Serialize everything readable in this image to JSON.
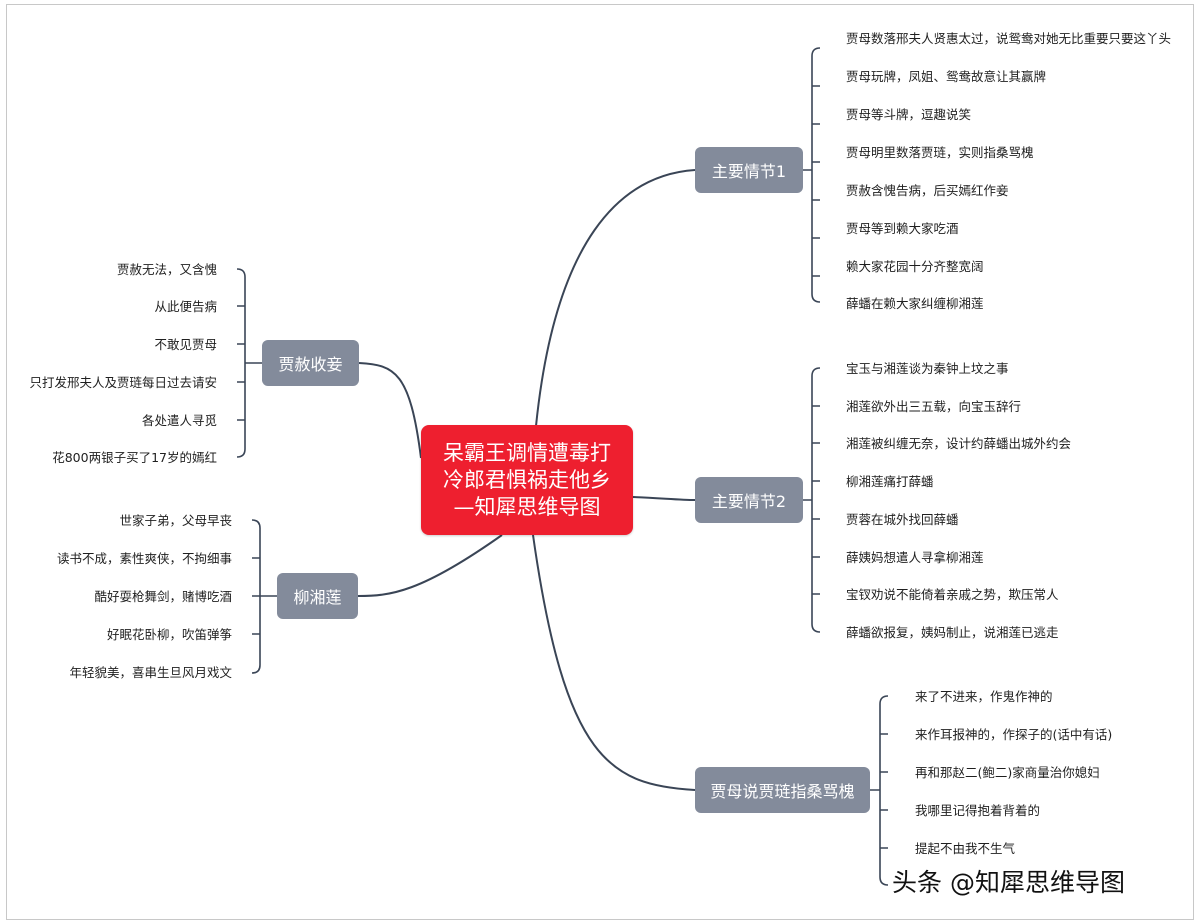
{
  "root": {
    "lines": [
      "呆霸王调情遭毒打",
      "冷郎君惧祸走他乡",
      "—知犀思维导图"
    ]
  },
  "branches": [
    {
      "label": "主要情节1",
      "items": [
        "贾母数落邢夫人贤惠太过，说鸳鸯对她无比重要只要这丫头",
        "贾母玩牌，凤姐、鸳鸯故意让其赢牌",
        "贾母等斗牌，逗趣说笑",
        "贾母明里数落贾琏，实则指桑骂槐",
        "贾赦含愧告病，后买嫣红作妾",
        "贾母等到赖大家吃酒",
        "赖大家花园十分齐整宽阔",
        "薛蟠在赖大家纠缠柳湘莲"
      ]
    },
    {
      "label": "主要情节2",
      "items": [
        "宝玉与湘莲谈为秦钟上坟之事",
        "湘莲欲外出三五载，向宝玉辞行",
        "湘莲被纠缠无奈，设计约薛蟠出城外约会",
        "柳湘莲痛打薛蟠",
        "贾蓉在城外找回薛蟠",
        "薛姨妈想遣人寻拿柳湘莲",
        "宝钗劝说不能倚着亲戚之势，欺压常人",
        "薛蟠欲报复，姨妈制止，说湘莲已逃走"
      ]
    },
    {
      "label": "贾母说贾琏指桑骂槐",
      "items": [
        "来了不进来，作鬼作神的",
        "来作耳报神的，作探子的(话中有话)",
        "再和那赵二(鲍二)家商量治你媳妇",
        "我哪里记得抱着背着的",
        "提起不由我不生气"
      ]
    },
    {
      "label": "贾赦收妾",
      "items": [
        "贾赦无法，又含愧",
        "从此便告病",
        "不敢见贾母",
        "只打发邢夫人及贾琏每日过去请安",
        "各处遣人寻觅",
        "花800两银子买了17岁的嫣红"
      ]
    },
    {
      "label": "柳湘莲",
      "items": [
        "世家子弟，父母早丧",
        "读书不成，素性爽侠，不拘细事",
        "酷好耍枪舞剑，赌博吃酒",
        "好眠花卧柳，吹笛弹筝",
        "年轻貌美，喜串生旦风月戏文"
      ]
    }
  ],
  "watermark": "头条 @知犀思维导图",
  "colors": {
    "root": "#ee1f2f",
    "branch": "#838b9b",
    "line": "#3a4556"
  }
}
